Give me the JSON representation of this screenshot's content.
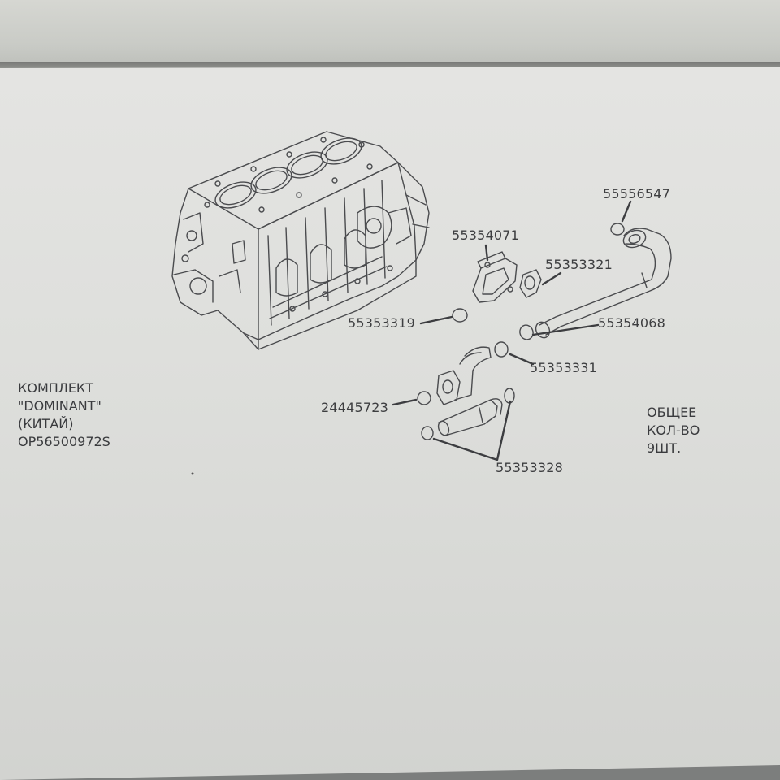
{
  "labels": {
    "p55556547": "55556547",
    "p55354071": "55354071",
    "p55353321": "55353321",
    "p55353319": "55353319",
    "p55354068": "55354068",
    "p55353331": "55353331",
    "p24445723": "24445723",
    "p55353328": "55353328"
  },
  "kit_note": {
    "line1": "КОМПЛЕКТ",
    "line2": "\"DOMINANT\"",
    "line3": "(КИТАЙ)",
    "line4": "OP56500972S"
  },
  "total_note": {
    "line1": "ОБЩЕЕ",
    "line2": "КОЛ-ВО",
    "line3": "9ШТ."
  }
}
